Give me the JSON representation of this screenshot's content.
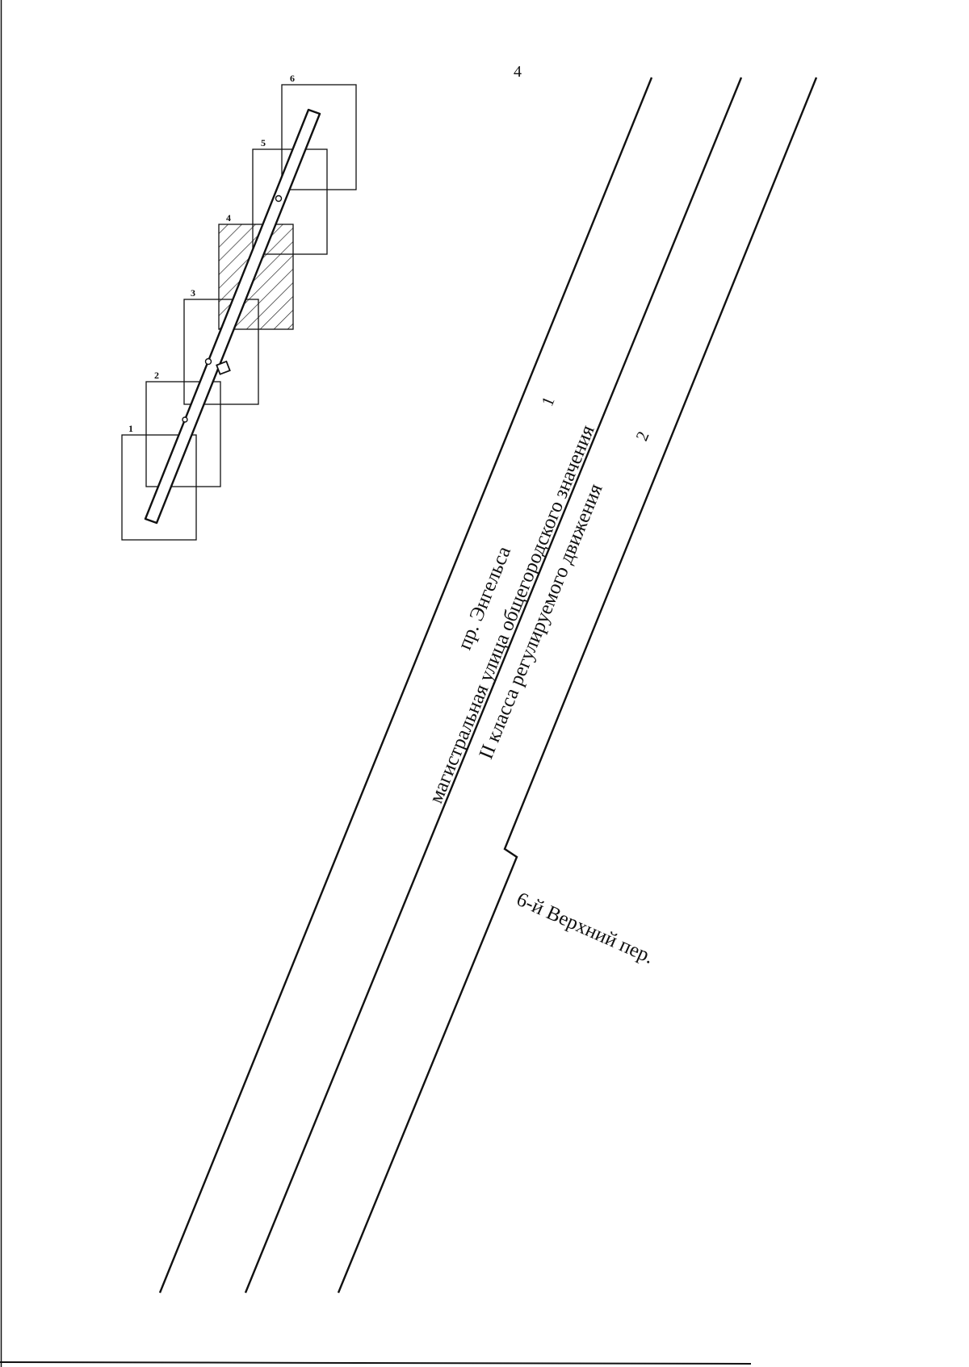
{
  "page_number": "4",
  "streets": {
    "main_name": "пр. Энгельса",
    "main_category": "магистральная улица общегородского значения",
    "main_class": "II класса регулируемого движения",
    "side_street": "6-й Верхний пер."
  },
  "zones": {
    "zone_1": "1",
    "zone_2": "2"
  },
  "frames": [
    {
      "label": "1",
      "hatched": false
    },
    {
      "label": "2",
      "hatched": false
    },
    {
      "label": "3",
      "hatched": false
    },
    {
      "label": "4",
      "hatched": true
    },
    {
      "label": "5",
      "hatched": false
    },
    {
      "label": "6",
      "hatched": false
    }
  ],
  "colors": {
    "ink": "#111111",
    "paper": "#ffffff"
  }
}
